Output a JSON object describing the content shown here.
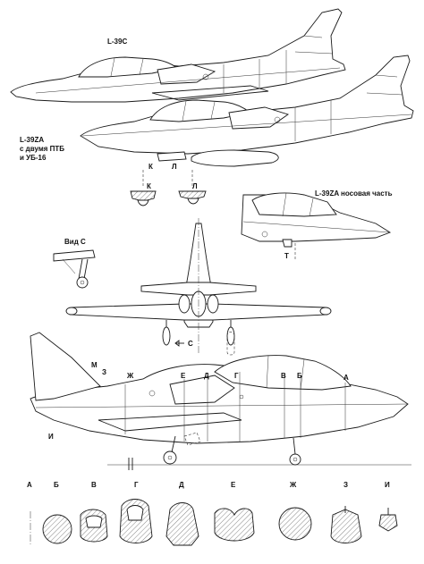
{
  "views": {
    "l39c_label": "L-39C",
    "l39za_label_line1": "L-39ZA",
    "l39za_label_line2": "с двумя ПТБ",
    "l39za_label_line3": "и УБ-16",
    "nose_label": "L-39ZA носовая часть",
    "view_c_label": "Вид С"
  },
  "callouts": {
    "k": "К",
    "l": "Л",
    "t": "Т",
    "c": "С",
    "m": "М",
    "z": "З",
    "zh": "Ж",
    "e": "Е",
    "d": "Д",
    "g": "Г",
    "v": "В",
    "b": "Б",
    "a": "А",
    "i": "И"
  },
  "sections": [
    "А",
    "Б",
    "В",
    "Г",
    "Д",
    "Е",
    "Ж",
    "З",
    "И"
  ]
}
